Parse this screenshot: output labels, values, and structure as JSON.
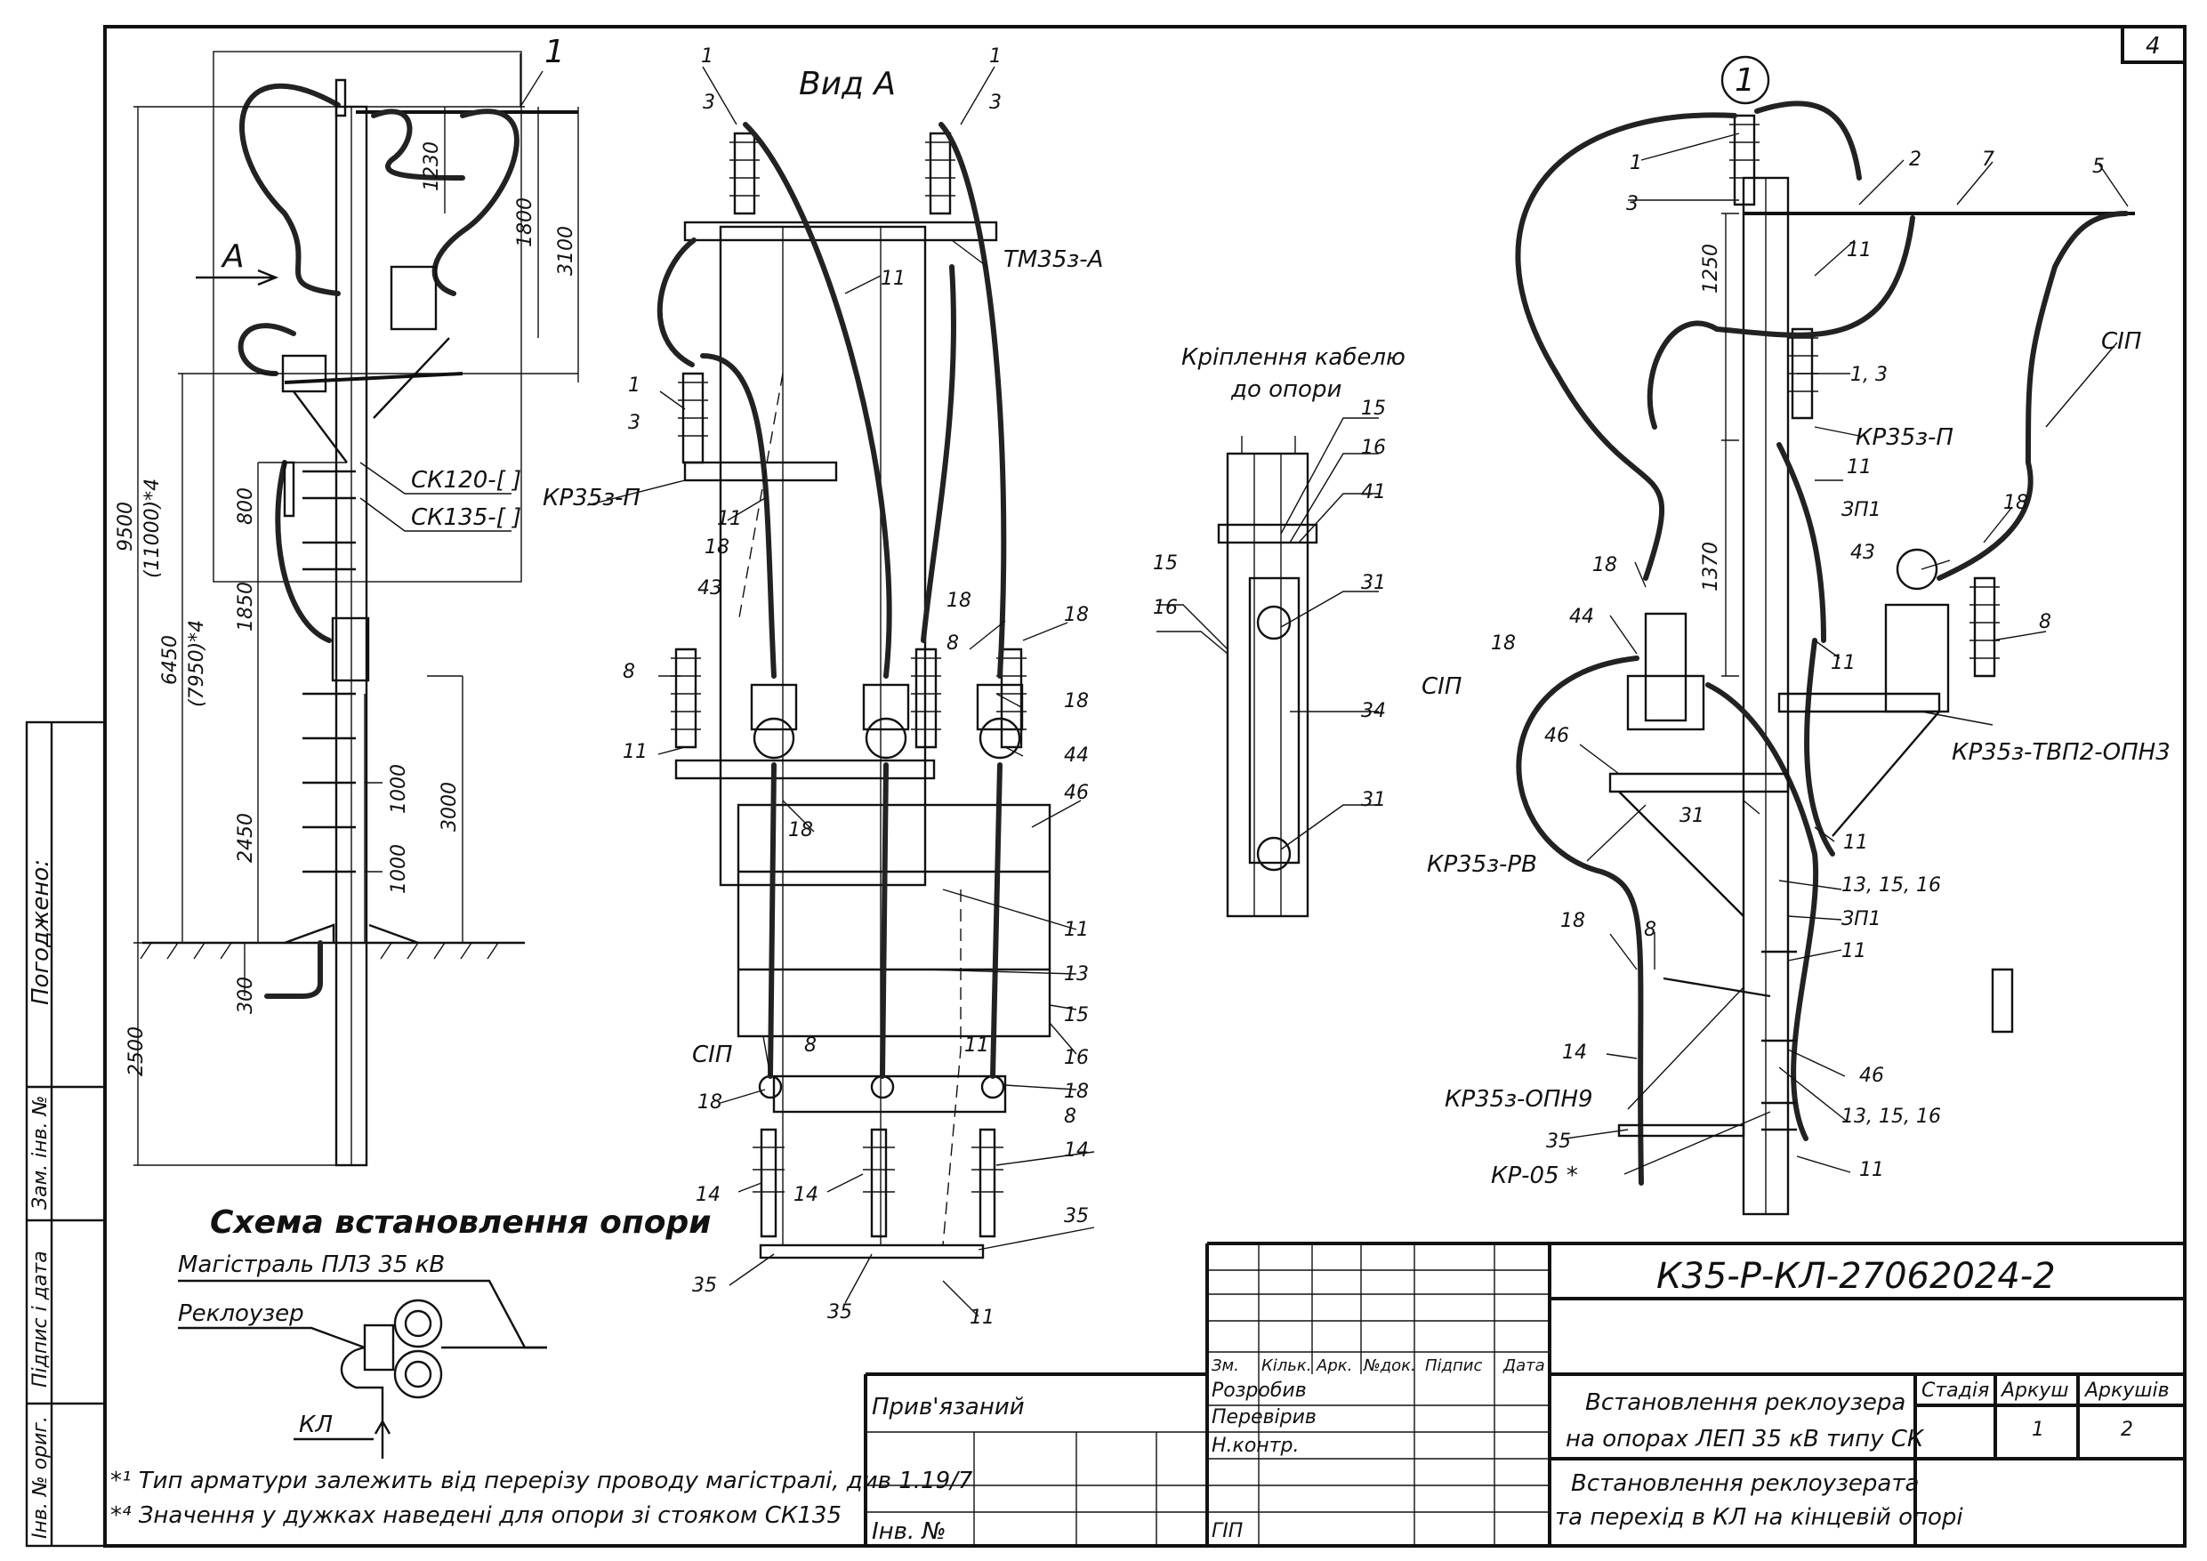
{
  "sheet": {
    "number": "4",
    "doc_code": "К35-Р-КЛ-27062024-2",
    "title_line1": "Встановлення реклоузера",
    "title_line2": "на опорах ЛЕП 35 кВ типу СК",
    "subtitle_line1": "Встановлення реклоузерата",
    "subtitle_line2": "та перехід в КЛ на кінцевій опорі",
    "stage_label": "Стадія",
    "sheet_label": "Аркуш",
    "sheets_label": "Аркушів",
    "sheet_value": "1",
    "sheets_value": "2",
    "stamp_headers": [
      "Зм.",
      "Кільк.",
      "Арк.",
      "№док.",
      "Підпис",
      "Дата"
    ],
    "roles": [
      "Розробив",
      "Перевірив",
      "Н.контр.",
      "ГІП"
    ],
    "bound_label": "Прив'язаний",
    "inv_label": "Інв. №",
    "side_labels": [
      "Погоджено:",
      "Зам. інв. №",
      "Підпис і дата",
      "Інв. № ориг."
    ]
  },
  "views": {
    "main": {
      "ref_circle": "1",
      "arrow_label": "А",
      "dims": [
        "1230",
        "1800",
        "3100",
        "9500",
        "(11000)*4",
        "6450",
        "(7950)*4",
        "800",
        "1850",
        "2450",
        "1000",
        "1000",
        "3000",
        "300",
        "2500"
      ],
      "labels": [
        "СК120-[ ]",
        "СК135-[ ]"
      ]
    },
    "view_a": {
      "title": "Вид А",
      "labels": [
        "1",
        "3",
        "1",
        "3",
        "ТМ35з-А",
        "11",
        "1",
        "3",
        "КР35з-П",
        "11",
        "18",
        "43",
        "8",
        "11",
        "18",
        "8",
        "18",
        "18",
        "44",
        "46",
        "18",
        "11",
        "13",
        "15",
        "16",
        "СІП",
        "8",
        "11",
        "18",
        "18",
        "8",
        "14",
        "14",
        "14",
        "35",
        "35",
        "35",
        "11"
      ]
    },
    "cable_mount": {
      "title_line1": "Кріплення кабелю",
      "title_line2": "до опори",
      "labels": [
        "15",
        "16",
        "41",
        "15",
        "16",
        "31",
        "34",
        "31"
      ]
    },
    "detail_1": {
      "ref_circle": "1",
      "dims": [
        "1250",
        "1370"
      ],
      "labels": [
        "1",
        "3",
        "2",
        "7",
        "5",
        "11",
        "1, 3",
        "КР35з-П",
        "11",
        "ЗП1",
        "СІП",
        "18",
        "43",
        "18",
        "44",
        "8",
        "11",
        "СІП",
        "18",
        "46",
        "КР35з-ТВП2-ОПН3",
        "31",
        "11",
        "КР35з-РВ",
        "13, 15, 16",
        "ЗП1",
        "18",
        "8",
        "11",
        "14",
        "КР35з-ОПН9",
        "46",
        "13, 15, 16",
        "35",
        "КР-05 *",
        "11"
      ]
    }
  },
  "schema": {
    "title": "Схема встановлення опори",
    "line_label": "Магістраль ПЛЗ 35 кВ",
    "recloser_label": "Реклоузер",
    "cable_label": "КЛ"
  },
  "notes": [
    "*¹ Тип арматури залежить від перерізу проводу магістралі, див 1.19/7",
    "*⁴ Значення у дужках наведені для опори зі стояком СК135"
  ]
}
